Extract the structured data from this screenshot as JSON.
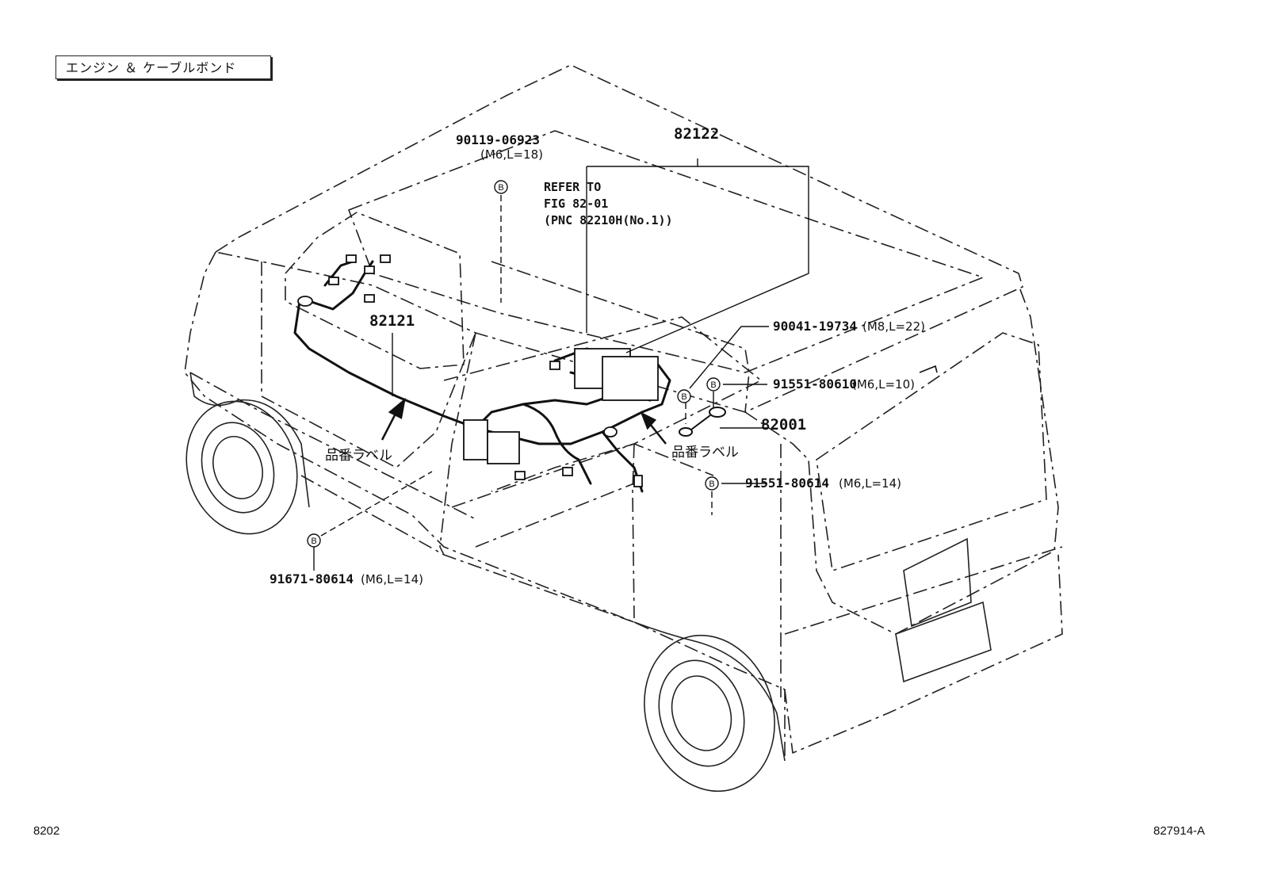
{
  "title_box": "エンジン ＆ ケーブルボンド",
  "callouts": {
    "part_82122": "82122",
    "part_82121": "82121",
    "part_82001": "82001",
    "bolt_90119": "90119-06923",
    "bolt_90119_spec": "(M6,L=18)",
    "refer_line1": "REFER TO",
    "refer_line2": "FIG 82-01",
    "refer_line3": "(PNC 82210H(No.1))",
    "bolt_90041": "90041-19734",
    "bolt_90041_spec": "(M8,L=22)",
    "bolt_91551_10": "91551-80610",
    "bolt_91551_10_spec": "(M6,L=10)",
    "bolt_91551_14": "91551-80614",
    "bolt_91551_14_spec": "(M6,L=14)",
    "bolt_91671": "91671-80614",
    "bolt_91671_spec": "(M6,L=14)",
    "label_left": "品番ラベル",
    "label_right": "品番ラベル",
    "marker_letter": "B"
  },
  "footer": {
    "page_code": "8202",
    "figure_id": "827914-A"
  }
}
